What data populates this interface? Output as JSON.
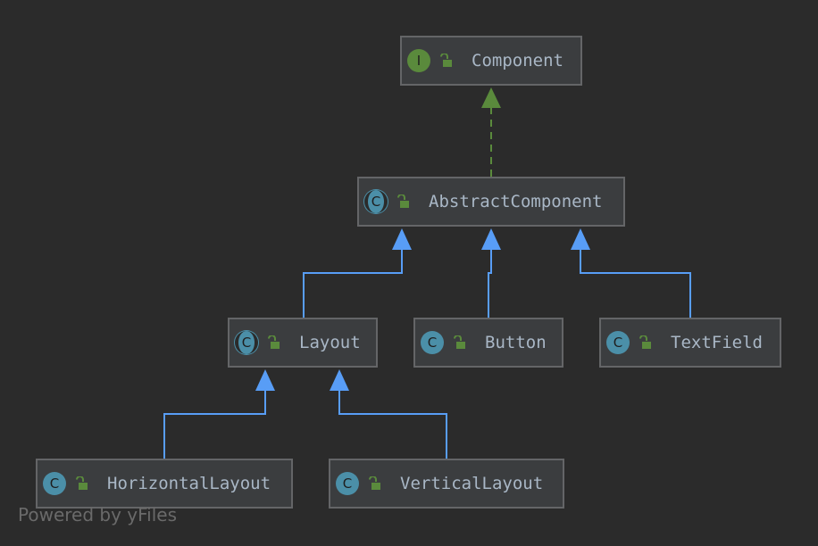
{
  "nodes": [
    {
      "id": "component",
      "label": "Component",
      "kind": "interface",
      "icon_letter": "I"
    },
    {
      "id": "abstract",
      "label": "AbstractComponent",
      "kind": "abstract",
      "icon_letter": "C"
    },
    {
      "id": "layout",
      "label": "Layout",
      "kind": "abstract",
      "icon_letter": "C"
    },
    {
      "id": "button",
      "label": "Button",
      "kind": "class",
      "icon_letter": "C"
    },
    {
      "id": "textfield",
      "label": "TextField",
      "kind": "class",
      "icon_letter": "C"
    },
    {
      "id": "hlayout",
      "label": "HorizontalLayout",
      "kind": "class",
      "icon_letter": "C"
    },
    {
      "id": "vlayout",
      "label": "VerticalLayout",
      "kind": "class",
      "icon_letter": "C"
    }
  ],
  "edges": [
    {
      "from": "abstract",
      "to": "component",
      "type": "implements"
    },
    {
      "from": "layout",
      "to": "abstract",
      "type": "extends"
    },
    {
      "from": "button",
      "to": "abstract",
      "type": "extends"
    },
    {
      "from": "textfield",
      "to": "abstract",
      "type": "extends"
    },
    {
      "from": "hlayout",
      "to": "layout",
      "type": "extends"
    },
    {
      "from": "vlayout",
      "to": "layout",
      "type": "extends"
    }
  ],
  "colors": {
    "background": "#2b2b2b",
    "extends_edge": "#589df6",
    "implements_edge": "#5a8a3c",
    "label_text": "#a9b7c6",
    "lock_icon": "#5a8a3c"
  },
  "watermark": "Powered by yFiles"
}
